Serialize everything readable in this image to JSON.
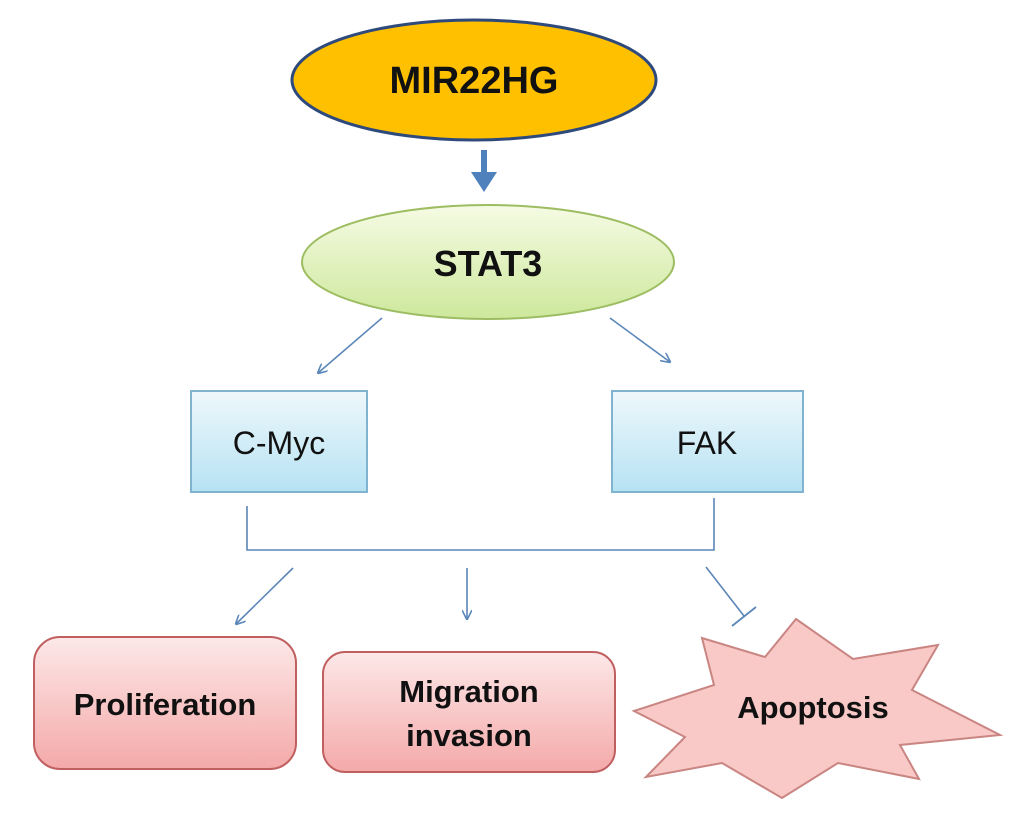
{
  "diagram": {
    "nodes": {
      "mir22hg": {
        "label": "MIR22HG",
        "fill": "#ffc000",
        "stroke": "#2e4a7c",
        "shape": "ellipse"
      },
      "stat3": {
        "label": "STAT3",
        "fill_top": "#f6fbe4",
        "fill_bottom": "#cde89c",
        "stroke": "#9dbd62",
        "shape": "ellipse"
      },
      "cmyc": {
        "label": "C-Myc",
        "fill_top": "#eef8fc",
        "fill_bottom": "#b6e2f3",
        "stroke": "#7fb3d0",
        "shape": "rectangle"
      },
      "fak": {
        "label": "FAK",
        "fill_top": "#eef8fc",
        "fill_bottom": "#b6e2f3",
        "stroke": "#7fb3d0",
        "shape": "rectangle"
      },
      "proliferation": {
        "label": "Proliferation",
        "fill_top": "#fde8e8",
        "fill_bottom": "#f4a9a9",
        "stroke": "#c05f5f",
        "shape": "rounded-rectangle"
      },
      "migration": {
        "label_line1": "Migration",
        "label_line2": "invasion",
        "fill_top": "#fde8e8",
        "fill_bottom": "#f4a9a9",
        "stroke": "#c05f5f",
        "shape": "rounded-rectangle"
      },
      "apoptosis": {
        "label": "Apoptosis",
        "fill": "#f8c9c6",
        "stroke": "#c98582",
        "shape": "star"
      }
    },
    "edges": [
      {
        "from": "MIR22HG",
        "to": "STAT3",
        "type": "activation"
      },
      {
        "from": "STAT3",
        "to": "C-Myc",
        "type": "activation"
      },
      {
        "from": "STAT3",
        "to": "FAK",
        "type": "activation"
      },
      {
        "from": "C-Myc + FAK",
        "to": "Proliferation",
        "type": "activation"
      },
      {
        "from": "C-Myc + FAK",
        "to": "Migration invasion",
        "type": "activation"
      },
      {
        "from": "C-Myc + FAK",
        "to": "Apoptosis",
        "type": "inhibition"
      }
    ],
    "colors": {
      "thick_arrow": "#4f81bd",
      "thin_arrow": "#5b86b8",
      "text": "#111111"
    }
  }
}
